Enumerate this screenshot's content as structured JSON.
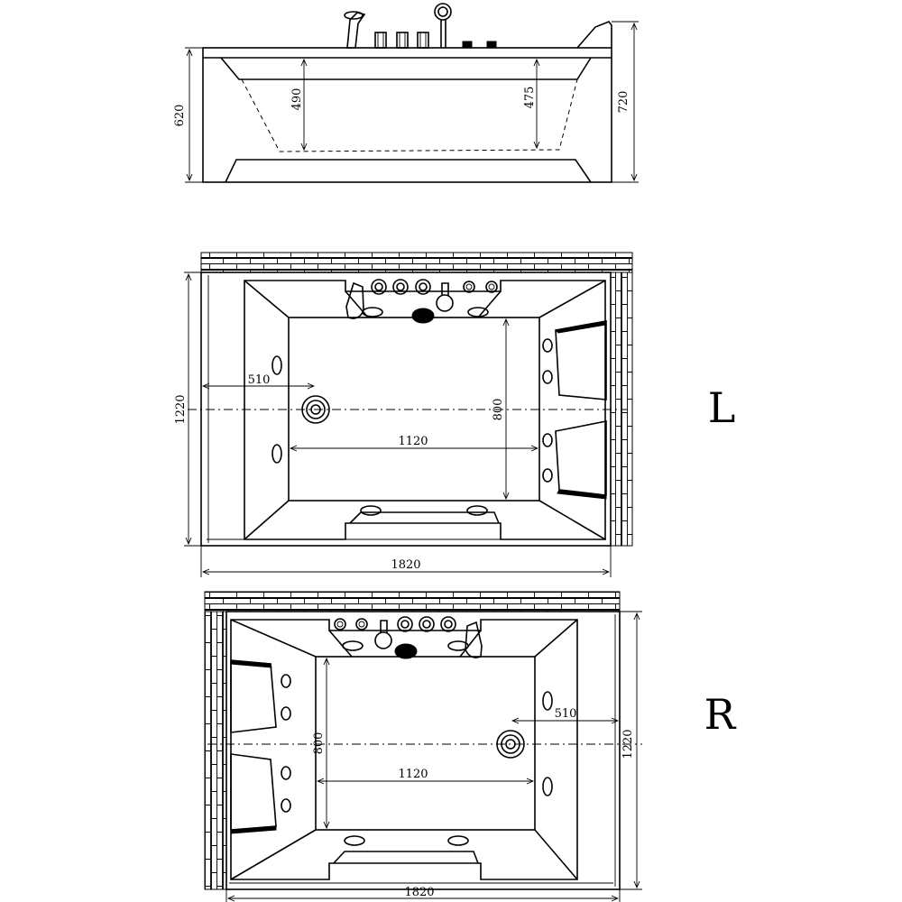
{
  "side_view": {
    "dims": {
      "total_height": "620",
      "back_height": "720",
      "depth_left": "490",
      "depth_right": "475"
    }
  },
  "plan_left": {
    "variant_label": "L",
    "dims": {
      "width": "1220",
      "drain_offset": "510",
      "inner_width": "800",
      "inner_length": "1120",
      "length": "1820"
    }
  },
  "plan_right": {
    "variant_label": "R",
    "dims": {
      "width": "1220",
      "drain_offset": "510",
      "inner_width": "800",
      "inner_length": "1120",
      "length": "1820"
    }
  },
  "icons": [
    "faucet-icon",
    "valve-icon",
    "hand-shower-icon",
    "jet-nozzle-icon",
    "drain-icon",
    "headrest-icon",
    "brick-wall-icon"
  ]
}
